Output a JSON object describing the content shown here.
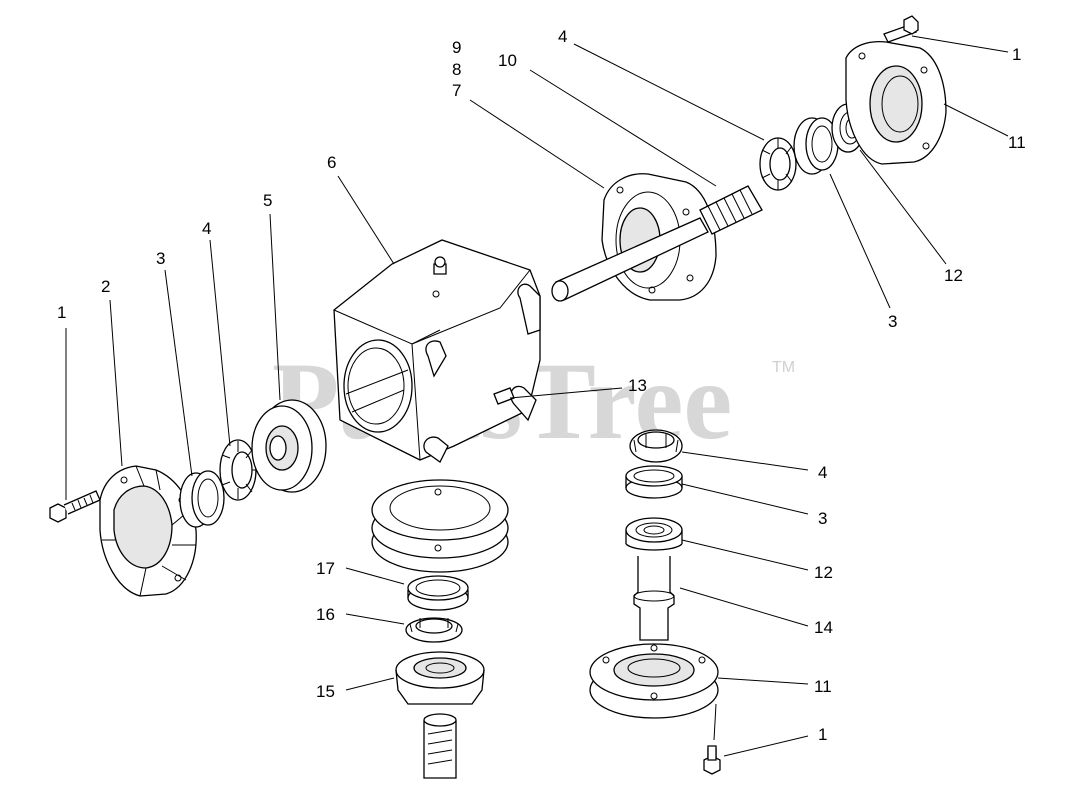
{
  "watermark": {
    "text": "PartsTree",
    "trademark": "TM"
  },
  "callouts": [
    {
      "id": "c1a",
      "text": "1"
    },
    {
      "id": "c2",
      "text": "2"
    },
    {
      "id": "c3a",
      "text": "3"
    },
    {
      "id": "c4a",
      "text": "4"
    },
    {
      "id": "c5",
      "text": "5"
    },
    {
      "id": "c6",
      "text": "6"
    },
    {
      "id": "c9",
      "text": "9"
    },
    {
      "id": "c8",
      "text": "8"
    },
    {
      "id": "c7",
      "text": "7"
    },
    {
      "id": "c10",
      "text": "10"
    },
    {
      "id": "c4b",
      "text": "4"
    },
    {
      "id": "c1b",
      "text": "1"
    },
    {
      "id": "c11a",
      "text": "11"
    },
    {
      "id": "c12a",
      "text": "12"
    },
    {
      "id": "c3b",
      "text": "3"
    },
    {
      "id": "c13",
      "text": "13"
    },
    {
      "id": "c4c",
      "text": "4"
    },
    {
      "id": "c3c",
      "text": "3"
    },
    {
      "id": "c12b",
      "text": "12"
    },
    {
      "id": "c14",
      "text": "14"
    },
    {
      "id": "c11b",
      "text": "11"
    },
    {
      "id": "c1c",
      "text": "1"
    },
    {
      "id": "c17",
      "text": "17"
    },
    {
      "id": "c16",
      "text": "16"
    },
    {
      "id": "c15",
      "text": "15"
    }
  ]
}
